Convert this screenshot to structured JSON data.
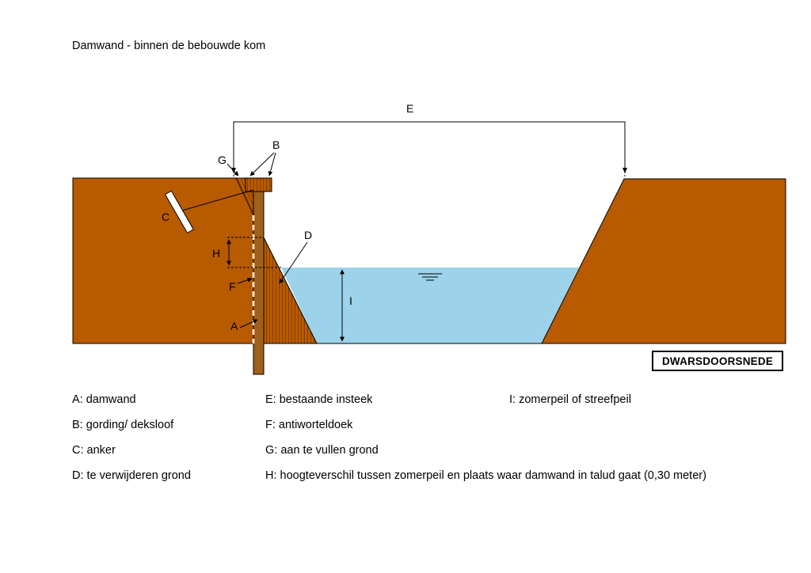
{
  "title": "Damwand - binnen de bebouwde kom",
  "section_label": "DWARSDOORSNEDE",
  "labels": {
    "A": "A",
    "B": "B",
    "C": "C",
    "D": "D",
    "E": "E",
    "F": "F",
    "G": "G",
    "H": "H",
    "I": "I"
  },
  "legend": [
    {
      "text": "A: damwand"
    },
    {
      "text": "B: gording/ deksloof"
    },
    {
      "text": "C: anker"
    },
    {
      "text": "D: te verwijderen grond"
    },
    {
      "text": "E: bestaande insteek"
    },
    {
      "text": "F: antiworteldoek"
    },
    {
      "text": "G: aan te vullen grond"
    },
    {
      "text": "H: hoogteverschil tussen zomerpeil en plaats waar damwand in talud gaat (0,30 meter)"
    },
    {
      "text": "I: zomerpeil of streefpeil"
    }
  ],
  "colors": {
    "soil": "#B85A00",
    "water": "#9DD3EA",
    "pile": "#A0601A",
    "outline": "#000000"
  }
}
